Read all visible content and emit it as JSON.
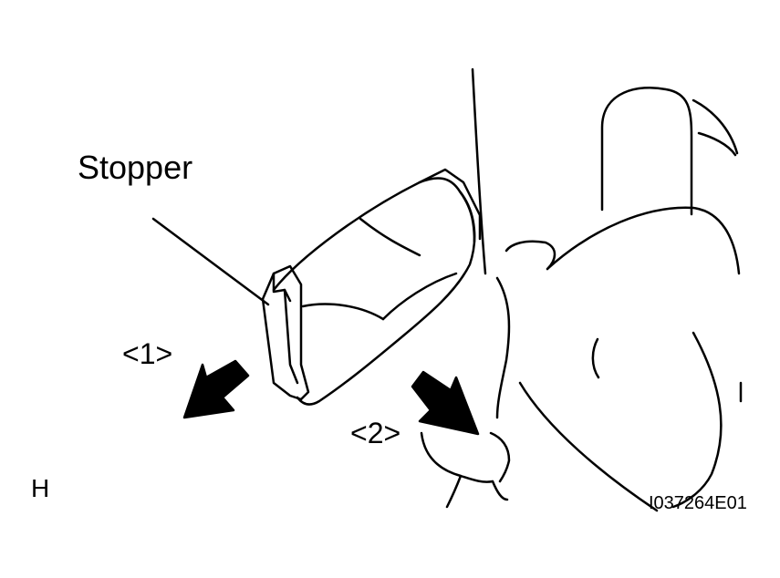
{
  "labels": {
    "stopper": "Stopper",
    "step1": "<1>",
    "step2": "<2>",
    "section_letter": "H",
    "figure_code": "I037264E01"
  },
  "colors": {
    "line": "#000000",
    "background": "#ffffff"
  }
}
